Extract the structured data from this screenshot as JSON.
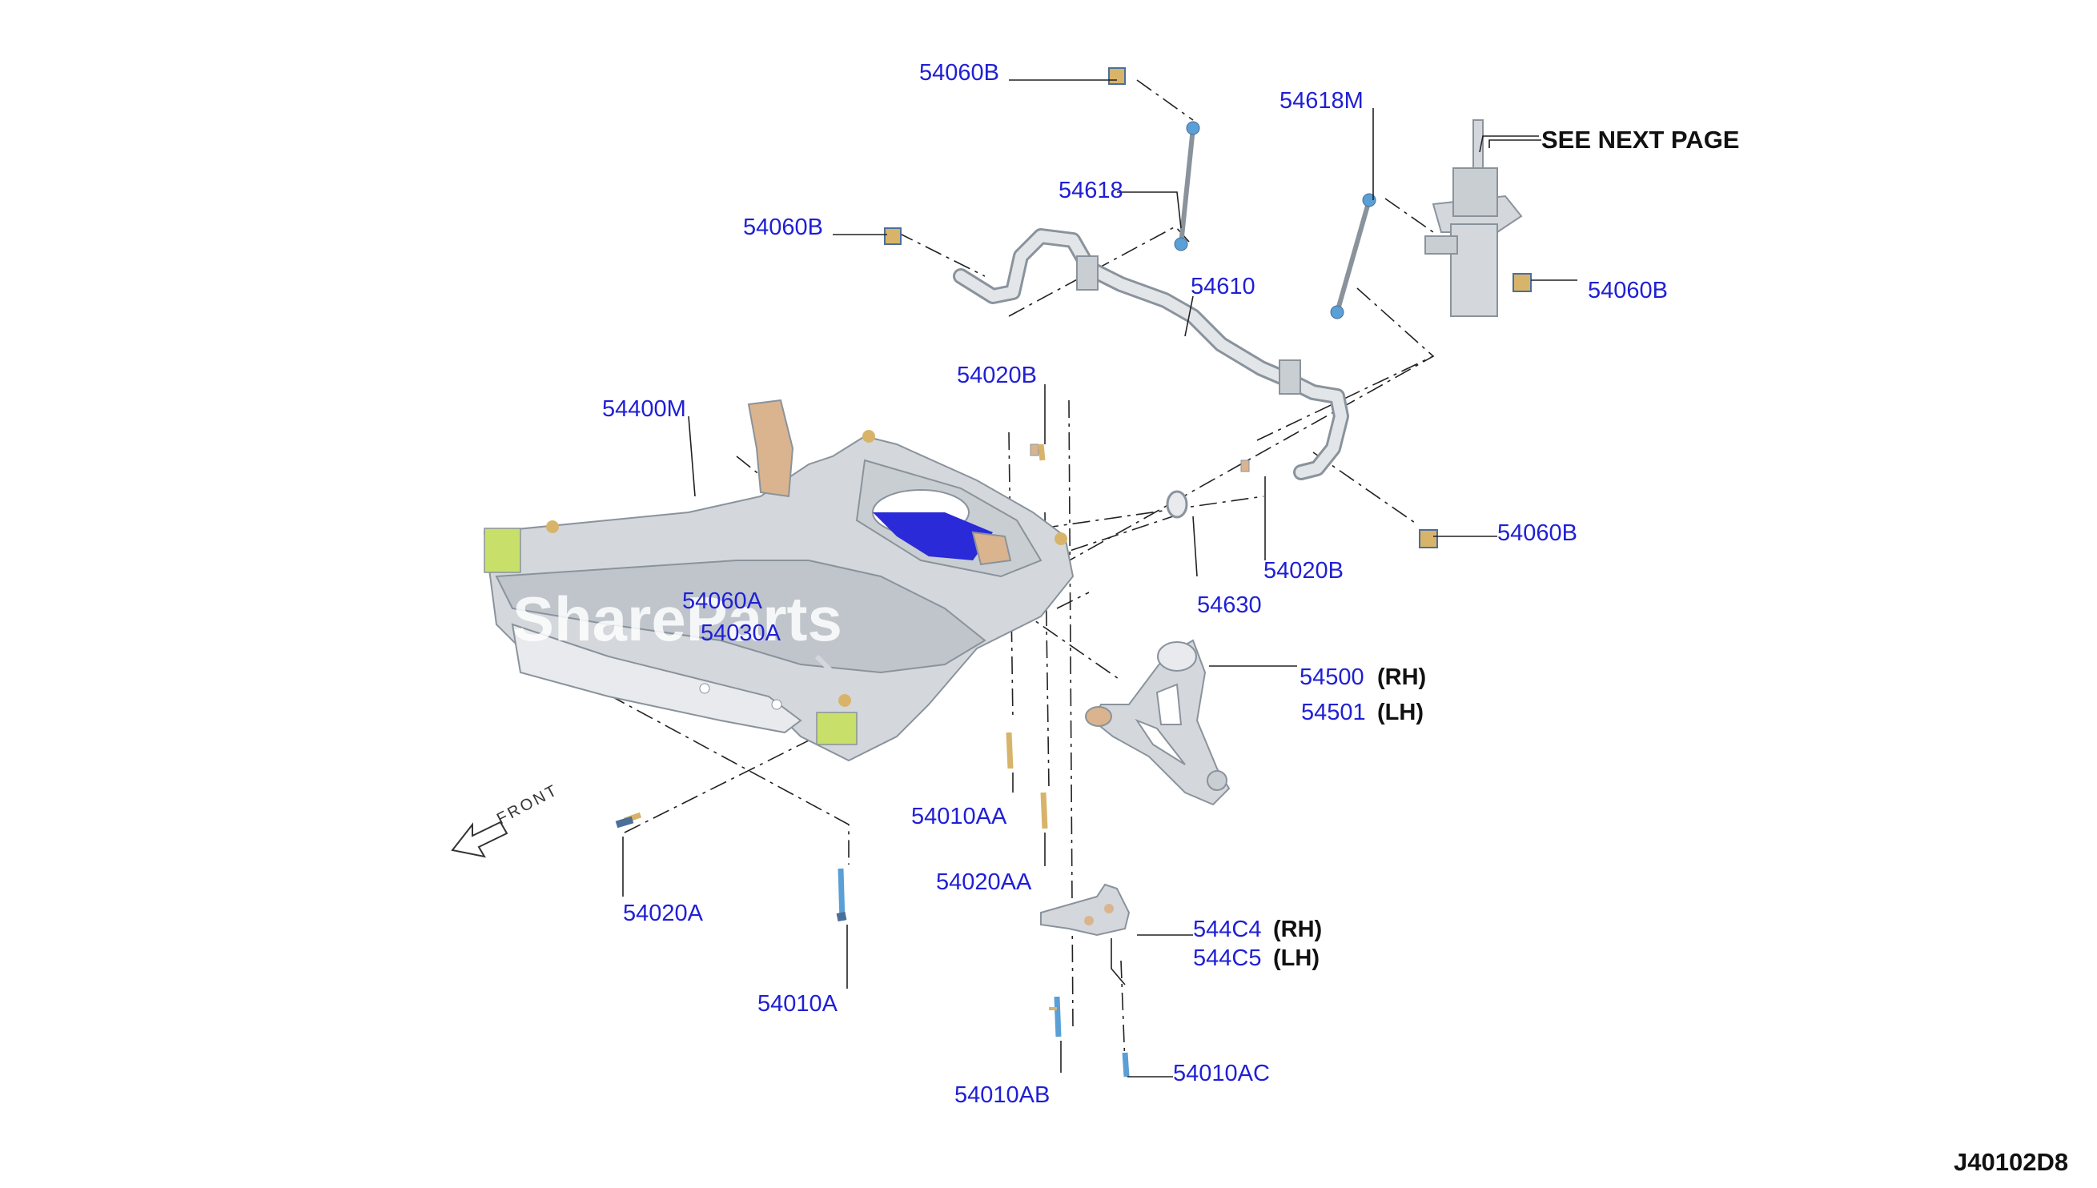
{
  "diagram_code": "J40102D8",
  "note": "SEE NEXT PAGE",
  "front_label": "FRONT",
  "watermark": "ShareParts",
  "labels": {
    "p54060B_top": "54060B",
    "p54618M": "54618M",
    "p54618": "54618",
    "p54060B_left": "54060B",
    "p54610": "54610",
    "p54060B_right": "54060B",
    "p54020B_top": "54020B",
    "p54400M": "54400M",
    "p54060B_lower": "54060B",
    "p54020B_right": "54020B",
    "p54630": "54630",
    "p54060A": "54060A",
    "p54030": "54030A",
    "p54500": "54500",
    "p54500_side": "(RH)",
    "p54501": "54501",
    "p54501_side": "(LH)",
    "p54010AA": "54010AA",
    "p54020AA": "54020AA",
    "p54020A": "54020A",
    "p544C4": "544C4",
    "p544C4_side": "(RH)",
    "p544C5": "544C5",
    "p544C5_side": "(LH)",
    "p54010A": "54010A",
    "p54010AB": "54010AB",
    "p54010AC": "54010AC"
  },
  "colors": {
    "label": "#1f1fd6",
    "frame": "#d4d8dc",
    "mount_green": "#c8e06a",
    "bushing_tan": "#d9b48f",
    "insert_blue": "#2a2ad8",
    "bolt_blue": "#5a9fd6",
    "bolt_gold": "#d8b46a"
  },
  "icons": [
    "front-arrow-icon"
  ]
}
